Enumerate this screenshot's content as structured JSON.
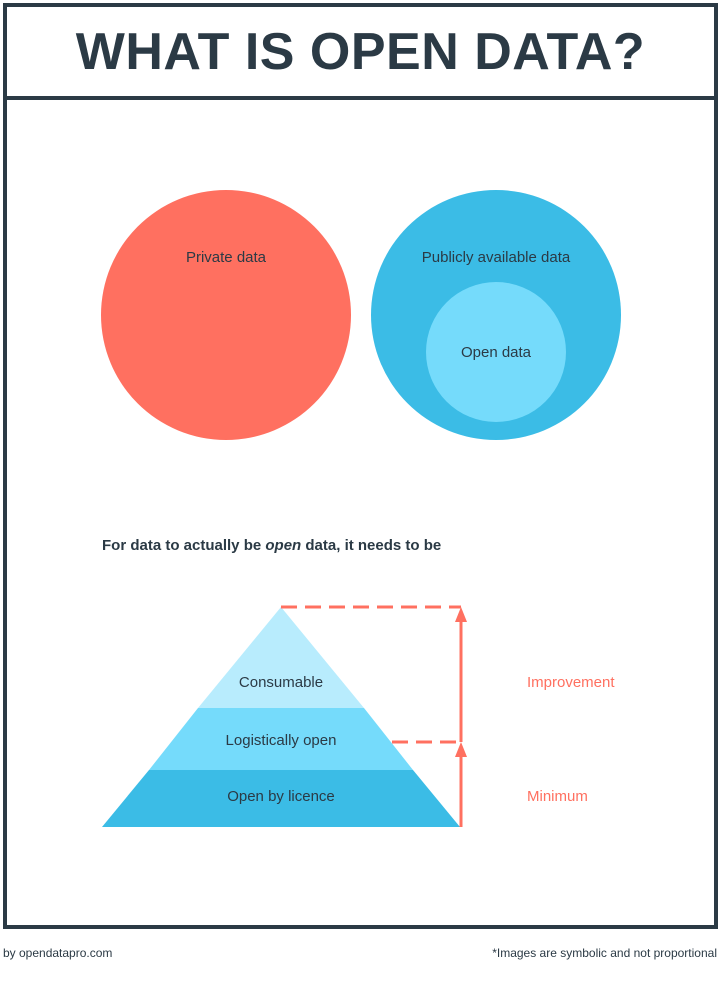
{
  "title": "WHAT IS OPEN DATA?",
  "circles": {
    "private_label": "Private data",
    "public_label": "Publicly available data",
    "open_label": "Open data"
  },
  "subtitle": {
    "before": "For data to actually be ",
    "emphasis": "open",
    "after": " data, it needs to be"
  },
  "pyramid": {
    "levels": [
      "Consumable",
      "Logistically open",
      "Open by licence"
    ],
    "improvement_label": "Improvement",
    "minimum_label": "Minimum"
  },
  "colors": {
    "dark": "#2b3a45",
    "coral": "#ff7060",
    "blue": "#3bbce6",
    "light_blue": "#75dbfb",
    "pale_blue": "#b8ecfd"
  },
  "footer": {
    "credit": "by opendatapro.com",
    "disclaimer": "*Images are symbolic and not proportional"
  }
}
